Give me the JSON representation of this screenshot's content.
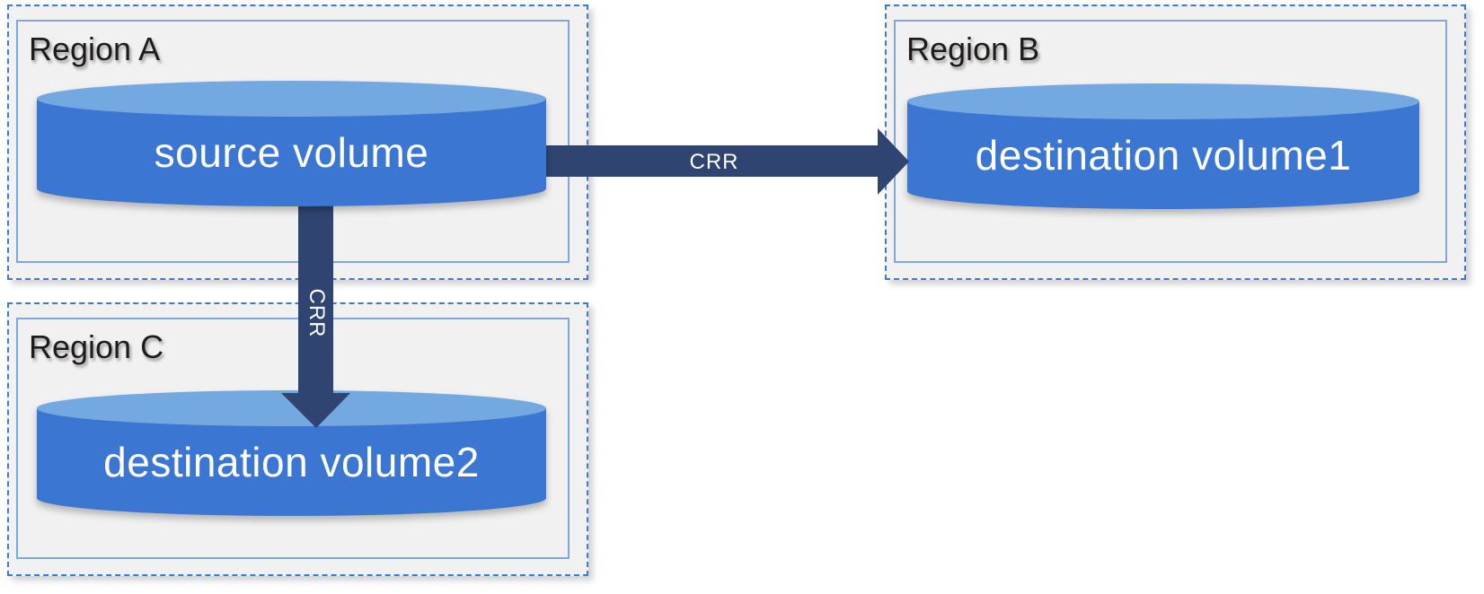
{
  "regions": [
    {
      "id": "region-a",
      "label": "Region A"
    },
    {
      "id": "region-b",
      "label": "Region B"
    },
    {
      "id": "region-c",
      "label": "Region C"
    }
  ],
  "cylinders": [
    {
      "id": "source-volume",
      "label": "source volume",
      "region": "Region A"
    },
    {
      "id": "destination-volume1",
      "label": "destination volume1",
      "region": "Region B"
    },
    {
      "id": "destination-volume2",
      "label": "destination volume2",
      "region": "Region C"
    }
  ],
  "arrows": [
    {
      "id": "crr-right",
      "label": "CRR",
      "direction": "right",
      "from": "source volume",
      "to": "destination volume1"
    },
    {
      "id": "crr-down",
      "label": "CRR",
      "direction": "down",
      "from": "source volume",
      "to": "destination volume2"
    }
  ],
  "colors": {
    "cylinder_body": "#3a76d2",
    "cylinder_top": "#74a8e0",
    "arrow": "#2f4470",
    "region_fill": "#f1f1f2",
    "region_dashed_border": "#3b7ad8",
    "region_inner_border": "#7ea8db",
    "region_label_text": "#1c1c1c",
    "cylinder_label_text": "#ffffff",
    "arrow_label_text": "#ffffff"
  }
}
